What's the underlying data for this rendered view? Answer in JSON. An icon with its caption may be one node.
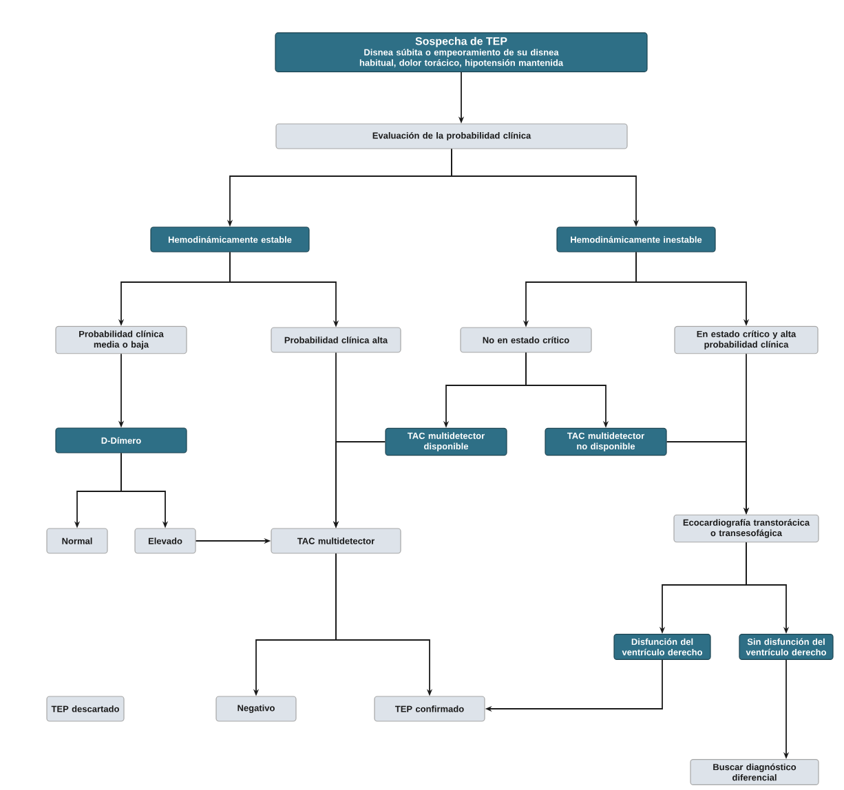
{
  "diagram": {
    "nodes": [
      {
        "text": [
          "Sospecha de TEP",
          "Disnea súbita o empeoramiento de su disnea habitual, dolor torácico, hipotensión mantenida"
        ]
      },
      {
        "text": [
          "Evaluación de la probabilidad clínica"
        ]
      },
      {
        "text": [
          "Hemodinámicamente estable"
        ]
      },
      {
        "text": [
          "Hemodinámicamente inestable"
        ]
      },
      {
        "text": [
          "Probabilidad clínica media o baja"
        ]
      },
      {
        "text": [
          "Probabilidad clínica alta"
        ]
      },
      {
        "text": [
          "No en estado crítico"
        ]
      },
      {
        "text": [
          "En estado crítico y alta probabilidad clínica"
        ]
      },
      {
        "text": [
          "D-Dímero"
        ]
      },
      {
        "text": [
          "TAC multidetector disponible"
        ]
      },
      {
        "text": [
          "TAC multidetector no disponible"
        ]
      },
      {
        "text": [
          "Normal"
        ]
      },
      {
        "text": [
          "Elevado"
        ]
      },
      {
        "text": [
          "TAC multidetector"
        ]
      },
      {
        "text": [
          "Ecocardiografía transtorácica o transesofágica"
        ]
      },
      {
        "text": [
          "Disfunción del ventrículo derecho"
        ]
      },
      {
        "text": [
          "Sin disfunción del ventrículo derecho"
        ]
      },
      {
        "text": [
          "TEP descartado"
        ]
      },
      {
        "text": [
          "Negativo"
        ]
      },
      {
        "text": [
          "TEP confirmado"
        ]
      },
      {
        "text": [
          "Buscar diagnóstico diferencial"
        ]
      }
    ],
    "edges": [
      {
        "from": 0,
        "to": 1,
        "arrow": "to"
      },
      {
        "from": 1,
        "to": 2,
        "arrow": "to"
      },
      {
        "from": 1,
        "to": 3,
        "arrow": "to"
      },
      {
        "from": 2,
        "to": 4,
        "arrow": "to"
      },
      {
        "from": 2,
        "to": 5,
        "arrow": "to"
      },
      {
        "from": 3,
        "to": 6,
        "arrow": "to"
      },
      {
        "from": 3,
        "to": 7,
        "arrow": "to"
      },
      {
        "from": 4,
        "to": 8,
        "arrow": "to"
      },
      {
        "from": 5,
        "to": 13,
        "arrow": "to"
      },
      {
        "from": 6,
        "to": 9,
        "arrow": "to"
      },
      {
        "from": 6,
        "to": 10,
        "arrow": "to"
      },
      {
        "from": 9,
        "to": 13,
        "arrow": "to"
      },
      {
        "from": 10,
        "to": 14,
        "arrow": "to"
      },
      {
        "from": 7,
        "to": 14,
        "arrow": "to"
      },
      {
        "from": 8,
        "to": 11,
        "arrow": "to"
      },
      {
        "from": 8,
        "to": 12,
        "arrow": "to"
      },
      {
        "from": 12,
        "to": 13,
        "arrow": "to"
      },
      {
        "from": 13,
        "to": 18,
        "arrow": "to"
      },
      {
        "from": 13,
        "to": 19,
        "arrow": "to"
      },
      {
        "from": 14,
        "to": 15,
        "arrow": "to"
      },
      {
        "from": 14,
        "to": 16,
        "arrow": "to"
      },
      {
        "from": 15,
        "to": 19,
        "arrow": "to"
      },
      {
        "from": 16,
        "to": 20,
        "arrow": "to"
      }
    ]
  }
}
